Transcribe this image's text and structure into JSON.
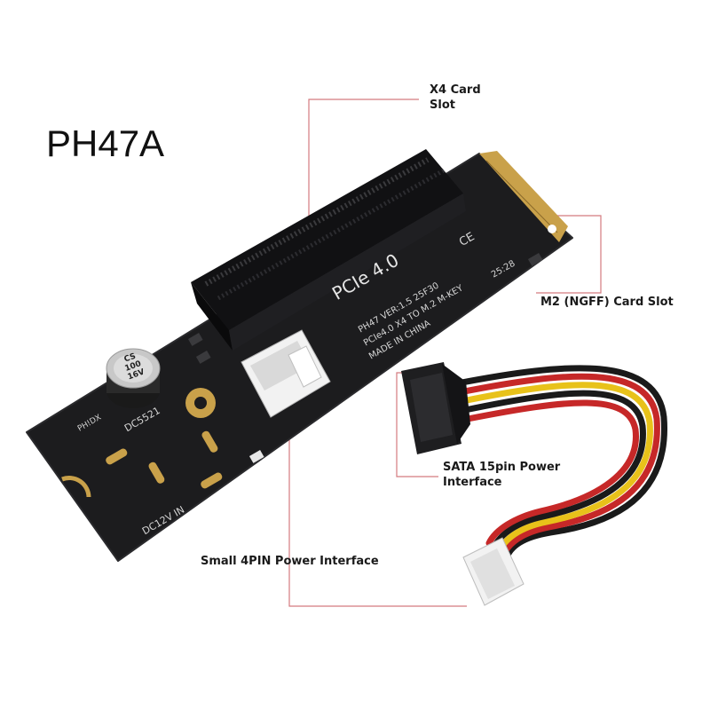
{
  "product": {
    "model_title": "PH47A"
  },
  "callouts": {
    "x4_slot_line1": "X4 Card",
    "x4_slot_line2": "Slot",
    "m2_slot": "M2 (NGFF) Card Slot",
    "sata_line1": "SATA 15pin Power",
    "sata_line2": "Interface",
    "small4pin": "Small 4PIN Power Interface"
  },
  "board_silkscreen": {
    "pcie": "PCIe 4.0",
    "line1": "PH47  VER:1.5  25F30",
    "line2": "PCIe4.0 X4 TO M.2 M-KEY",
    "line3": "MADE IN CHINA",
    "dc5521": "DC5521",
    "dc12v": "DC12V IN",
    "brand": "PH!DX",
    "cap_line1": "CS",
    "cap_line2": "100",
    "cap_line3": "16V",
    "ce": "CE",
    "code": "25:28"
  },
  "colors": {
    "pcb": "#1c1c1e",
    "slot": "#111113",
    "gold": "#c9a14a",
    "callout_line": "#c8323a",
    "cable_red": "#c62828",
    "cable_yellow": "#e8c21a",
    "cable_black": "#1a1a1a",
    "connector_white": "#f2f2f2"
  }
}
